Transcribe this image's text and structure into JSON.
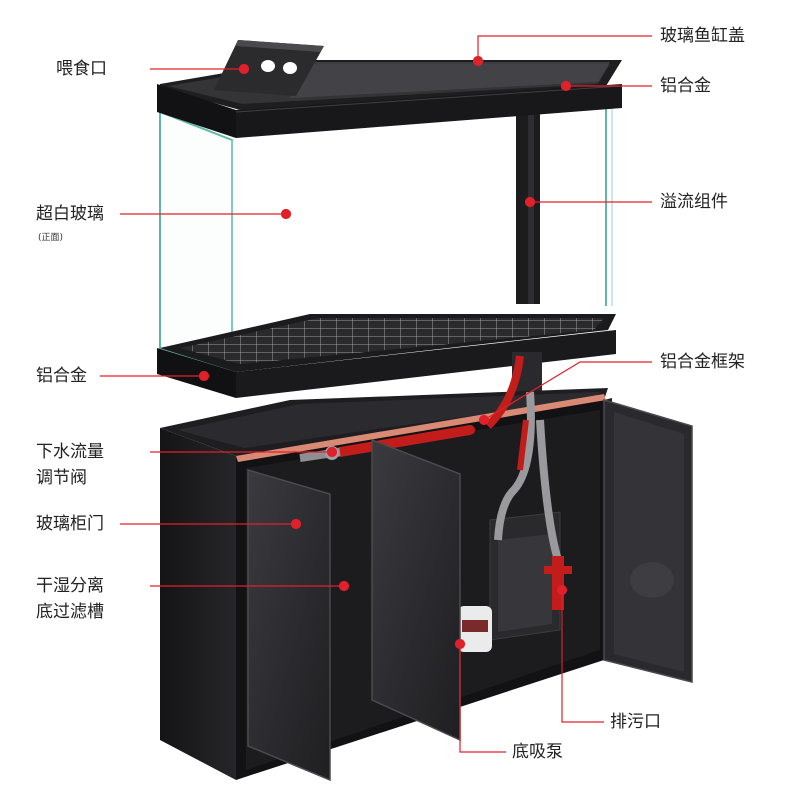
{
  "colors": {
    "leader": "#e0202a",
    "cabinet": "#1b1b1d",
    "glass": "#2c2c30",
    "frame_accent": "#d98a74",
    "pipe": "#d6231f"
  },
  "labels": {
    "feeding_port": "喂食口",
    "glass_lid": "玻璃鱼缸盖",
    "aluminum_top": "铝合金",
    "ultra_white_glass": "超白玻璃",
    "ultra_white_glass_note": "(正面)",
    "overflow_assembly": "溢流组件",
    "aluminum_base": "铝合金",
    "aluminum_frame": "铝合金框架",
    "drain_flow_valve_line1": "下水流量",
    "drain_flow_valve_line2": "调节阀",
    "glass_cabinet_door": "玻璃柜门",
    "sump_line1": "干湿分离",
    "sump_line2": "底过滤槽",
    "drain_outlet": "排污口",
    "bottom_pump": "底吸泵"
  }
}
